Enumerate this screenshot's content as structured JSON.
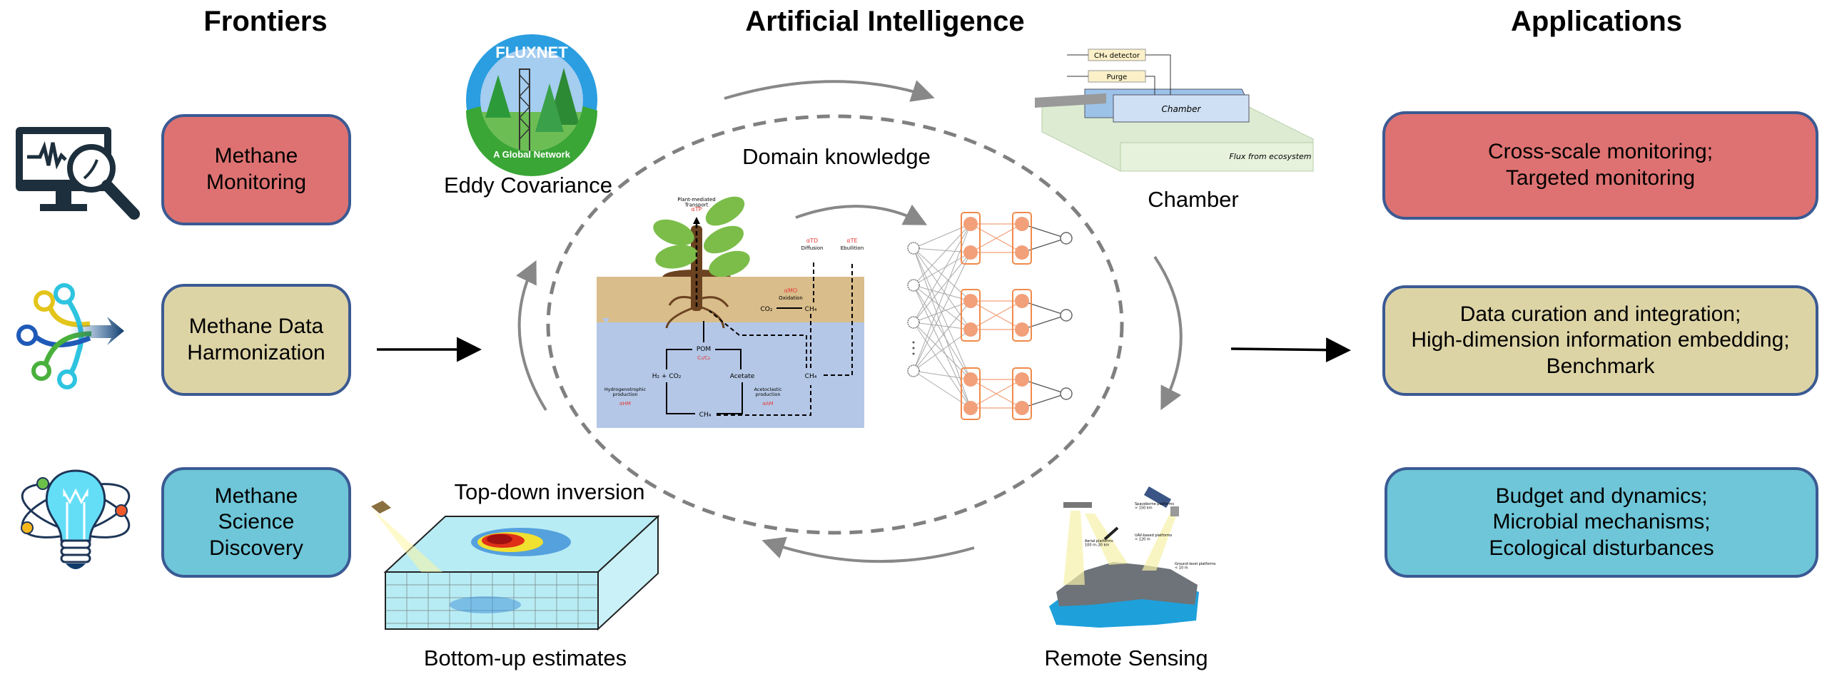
{
  "headings": {
    "frontiers": "Frontiers",
    "ai": "Artificial Intelligence",
    "applications": "Applications"
  },
  "colors": {
    "monitoring": "#de7272",
    "harmonization": "#ddd4a6",
    "discovery": "#6ec6d8",
    "box_border": "#3b5a93",
    "arrow_gray": "#888888",
    "nn_orange": "#f2a07a"
  },
  "frontiers": [
    {
      "label": "Methane\nMonitoring",
      "icon": "monitor-magnifier-icon"
    },
    {
      "label": "Methane Data\nHarmonization",
      "icon": "data-merge-arrow-icon"
    },
    {
      "label": "Methane\nScience\nDiscovery",
      "icon": "lightbulb-atom-icon"
    }
  ],
  "applications": [
    {
      "label": "Cross-scale monitoring;\nTargeted monitoring"
    },
    {
      "label": "Data curation and integration;\nHigh-dimension information embedding;\nBenchmark"
    },
    {
      "label": "Budget and dynamics;\nMicrobial mechanisms;\nEcological disturbances"
    }
  ],
  "cycle": {
    "center_label": "Domain knowledge",
    "eddy_covariance": "Eddy Covariance",
    "chamber": "Chamber",
    "remote_sensing": "Remote Sensing",
    "top_down": "Top-down inversion",
    "bottom_up": "Bottom-up estimates"
  },
  "fluxnet_logo": {
    "title": "FLUXNET",
    "subtitle": "A Global Network"
  },
  "chamber_figure": {
    "detector": "CH₄ detector",
    "purge": "Purge",
    "chamber": "Chamber",
    "flux": "Flux from ecosystem"
  },
  "soil_figure": {
    "plant_transport": "Plant-mediated\nTransport",
    "alpha_tp": "αTP",
    "alpha_td": "αTD",
    "diffusion": "Diffusion",
    "alpha_te": "αTE",
    "ebullition": "Ebullition",
    "alpha_mo": "αMO",
    "oxidation": "Oxidation",
    "co2": "CO₂",
    "ch4": "CH₄",
    "pom": "POM",
    "c3c4": "C₃/C₄",
    "h2co2": "H₂ + CO₂",
    "acetate": "Acetate",
    "hydro": "Hydrogenotrophic\nproduction",
    "alpha_hm": "αHM",
    "aceto": "Acetoclastic\nproduction",
    "alpha_am": "αAM"
  },
  "remote_figure": {
    "aerial": "Aerial platforms\n100 m–30 km",
    "uav": "UAV-based platforms\n< 120 m",
    "space": "Spaceborne platforms\n> 150 km",
    "ground": "Ground-level platforms\n< 10 m"
  }
}
